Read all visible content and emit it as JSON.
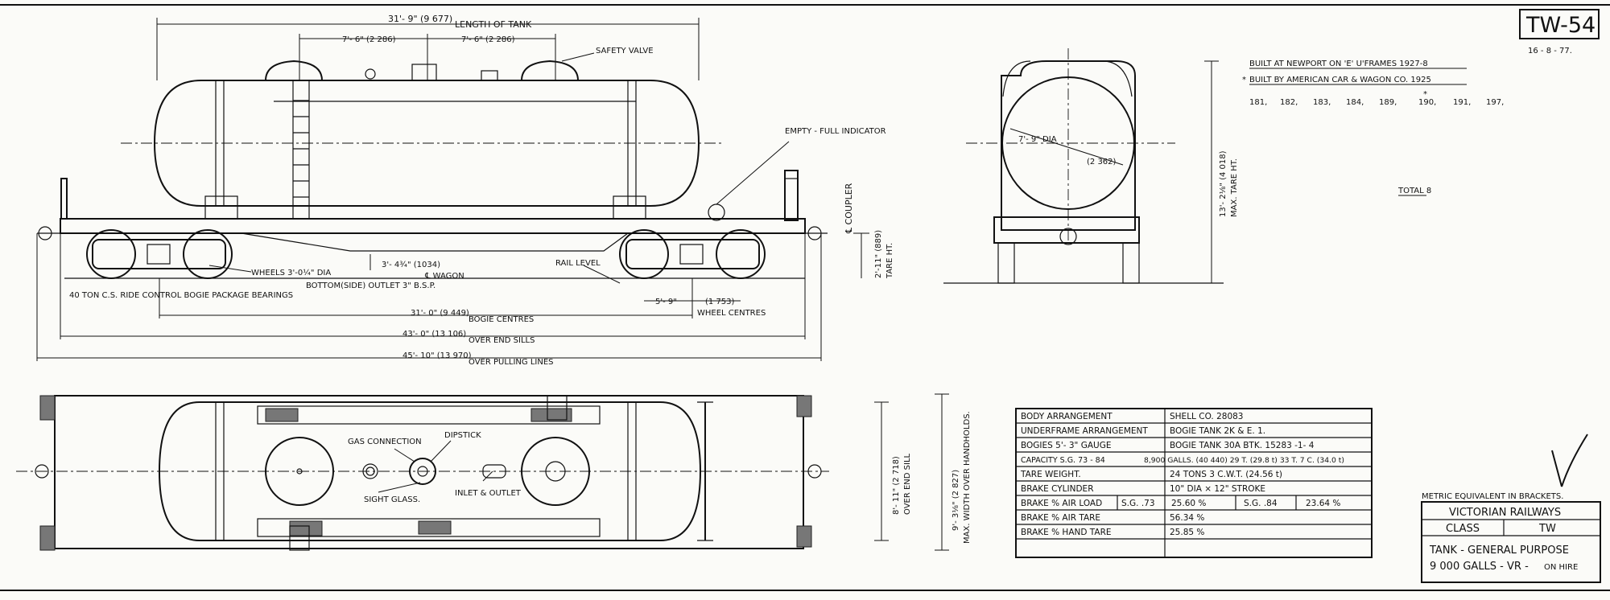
{
  "drawing": {
    "code": "TW-54",
    "date": "16 - 8 - 77.",
    "initials": "R"
  },
  "side_view": {
    "length_of_tank_dim": "31'- 9\" (9 677)",
    "length_of_tank_label": "LENGTH OF TANK",
    "half_left_dim": "7'- 6\" (2 286)",
    "half_right_dim": "7'- 6\" (2 286)",
    "safety_valve": "SAFETY VALVE",
    "empty_full_indicator": "EMPTY - FULL INDICATOR",
    "coupler": "℄ COUPLER",
    "tare_height_dim": "2'-11\" (889)",
    "tare_height_label": "TARE HT.",
    "wheels": "WHEELS 3'-0¼\" DIA",
    "outlet_dim": "3'- 4¾\" (1034)",
    "wagon_cl": "℄ WAGON",
    "bottom_outlet": "BOTTOM(SIDE) OUTLET 3\" B.S.P.",
    "rail_level": "RAIL LEVEL",
    "bogie_note": "40 TON C.S. RIDE CONTROL BOGIE PACKAGE BEARINGS",
    "wheel_centres_dim": "5'- 9\"",
    "wheel_centres_metric": "(1 753)",
    "wheel_centres_label": "WHEEL CENTRES",
    "bogie_centres_dim": "31'- 0\" (9 449)",
    "bogie_centres_label": "BOGIE CENTRES",
    "end_sills_dim": "43'- 0\" (13 106)",
    "end_sills_label": "OVER END SILLS",
    "pulling_lines_dim": "45'- 10\" (13 970)",
    "pulling_lines_label": "OVER PULLING LINES"
  },
  "end_view": {
    "diameter": "7'- 9\" DIA",
    "diameter_metric": "(2 362)",
    "max_tare_dim": "13'- 2⅛\" (4 018)",
    "max_tare_label": "MAX. TARE HT."
  },
  "plan_view": {
    "gas_connection": "GAS CONNECTION",
    "dipstick": "DIPSTICK",
    "sight_glass": "SIGHT GLASS.",
    "inlet_outlet": "INLET & OUTLET",
    "end_sill_width_dim": "8'- 11\" (2 718)",
    "end_sill_width_label": "OVER END SILL",
    "max_width_dim": "9'- 3⅛\" (2 827)",
    "max_width_label": "MAX. WIDTH OVER HANDHOLDS."
  },
  "notes": {
    "built_newport": "BUILT AT NEWPORT ON 'E' U'FRAMES 1927-8",
    "built_acw": "BUILT BY AMERICAN CAR & WAGON CO. 1925",
    "numbers": [
      "181,",
      "182,",
      "183,",
      "184,",
      "189,",
      "190,",
      "191,",
      "197,"
    ],
    "total": "TOTAL 8"
  },
  "spec_table": {
    "rows": [
      {
        "label": "BODY ARRANGEMENT",
        "value": "SHELL CO. 28083"
      },
      {
        "label": "UNDERFRAME ARRANGEMENT",
        "value": "BOGIE TANK 2K & E. 1."
      },
      {
        "label": "BOGIES 5'- 3\" GAUGE",
        "value": "BOGIE TANK 30A BTK. 15283 -1- 4"
      },
      {
        "label": "CAPACITY S.G. 73 - 84",
        "value": "8,900 GALLS. (40 440) 29 T. (29.8 t) 33 T. 7 C. (34.0 t)"
      },
      {
        "label": "TARE WEIGHT.",
        "value": "24 TONS 3 C.W.T. (24.56 t)"
      },
      {
        "label": "BRAKE CYLINDER",
        "value": "10\" DIA × 12\" STROKE"
      },
      {
        "label": "BRAKE % AIR LOAD",
        "sg1": "S.G. .73",
        "v1": "25.60 %",
        "sg2": "S.G. .84",
        "v2": "23.64 %"
      },
      {
        "label": "BRAKE % AIR TARE",
        "value": "56.34 %"
      },
      {
        "label": "BRAKE % HAND TARE",
        "value": "25.85 %"
      }
    ]
  },
  "title_block": {
    "metric_note": "METRIC EQUIVALENT IN BRACKETS.",
    "railway": "VICTORIAN RAILWAYS",
    "class_label": "CLASS",
    "class_value": "TW",
    "description": "TANK - GENERAL PURPOSE",
    "capacity": "9 000 GALLS - VR -",
    "hire": "ON HIRE"
  }
}
